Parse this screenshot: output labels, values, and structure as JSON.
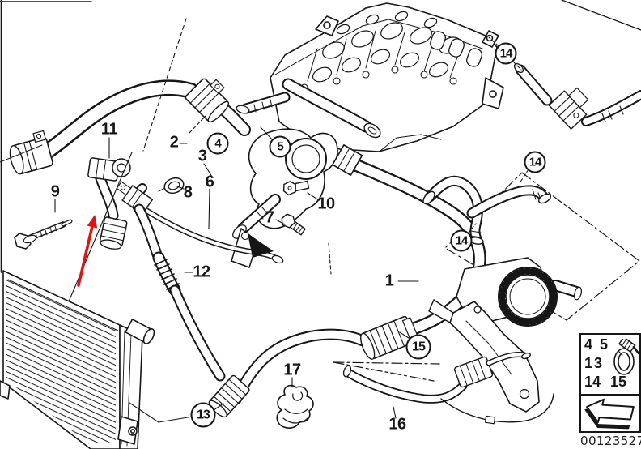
{
  "part_number": "00123527",
  "colors": {
    "line": "#161616",
    "highlight": "#dd1512",
    "background": "#ffffff"
  },
  "callouts": {
    "n1": "1",
    "n2": "2",
    "n3": "3",
    "n4": "4",
    "n5": "5",
    "n6": "6",
    "n7": "7",
    "n8": "8",
    "n9": "9",
    "n10": "10",
    "n11": "11",
    "n12": "12",
    "n13": "13",
    "n14": "14",
    "n15": "15",
    "n16": "16",
    "n17": "17"
  },
  "legend": {
    "row1": "4 5",
    "row2": "13",
    "row3": "14 15"
  },
  "icons": {
    "legend_clamp": "hose-clamp",
    "legend_arrow": "direction-arrow",
    "highlight": "red-pointer-arrow"
  }
}
